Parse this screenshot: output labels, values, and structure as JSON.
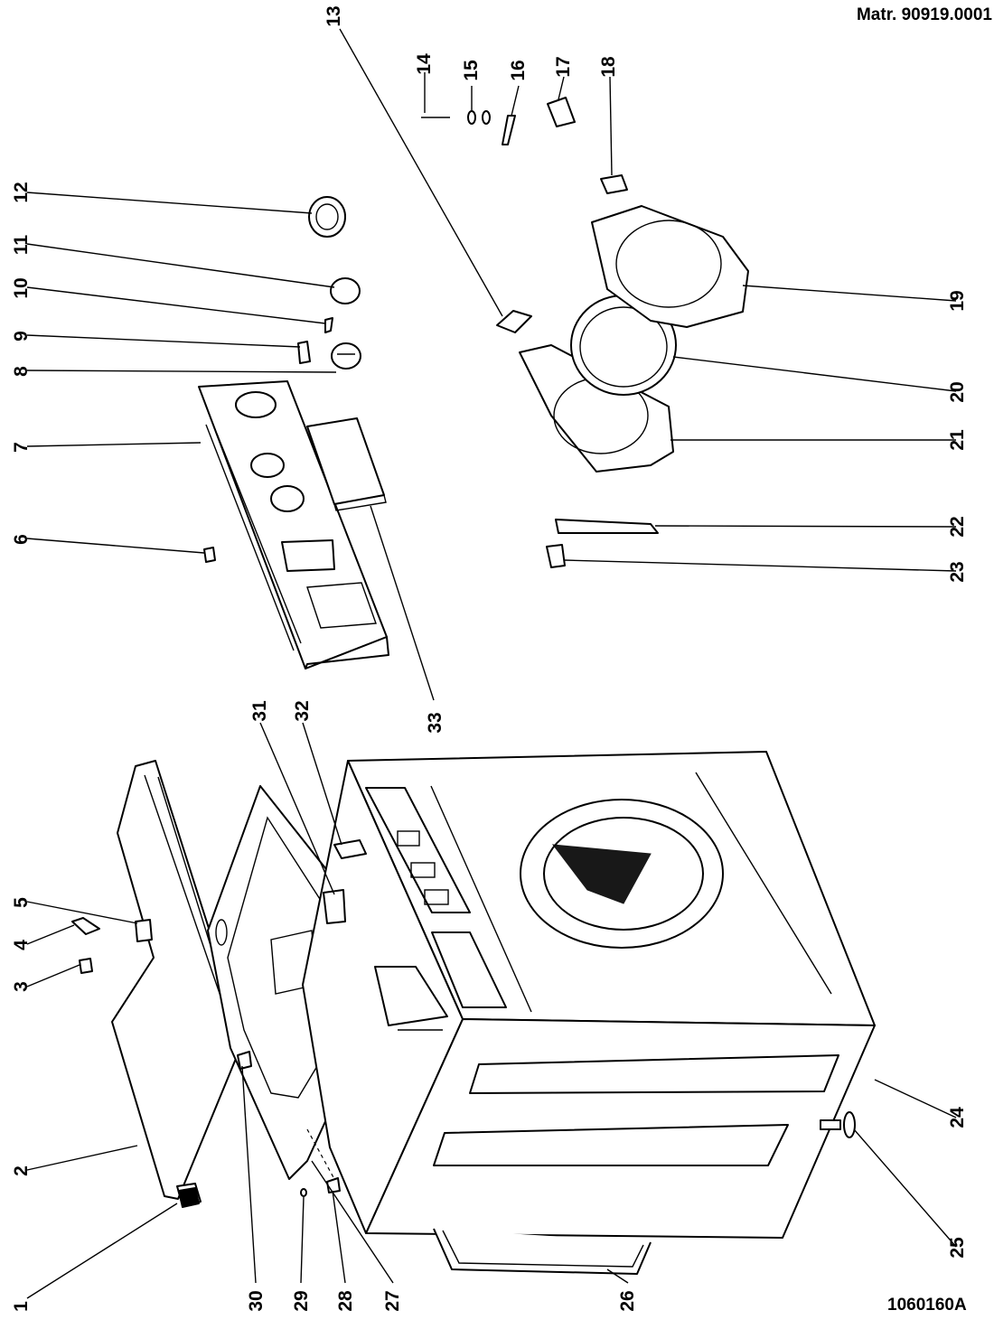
{
  "header": {
    "matr_code": "Matr. 90919.0001"
  },
  "footer": {
    "drawing_code": "1060160A"
  },
  "callouts": [
    "1",
    "2",
    "3",
    "4",
    "5",
    "6",
    "7",
    "8",
    "9",
    "10",
    "11",
    "12",
    "13",
    "14",
    "15",
    "16",
    "17",
    "18",
    "19",
    "20",
    "21",
    "22",
    "23",
    "24",
    "25",
    "26",
    "27",
    "28",
    "29",
    "30",
    "31",
    "32",
    "33"
  ]
}
